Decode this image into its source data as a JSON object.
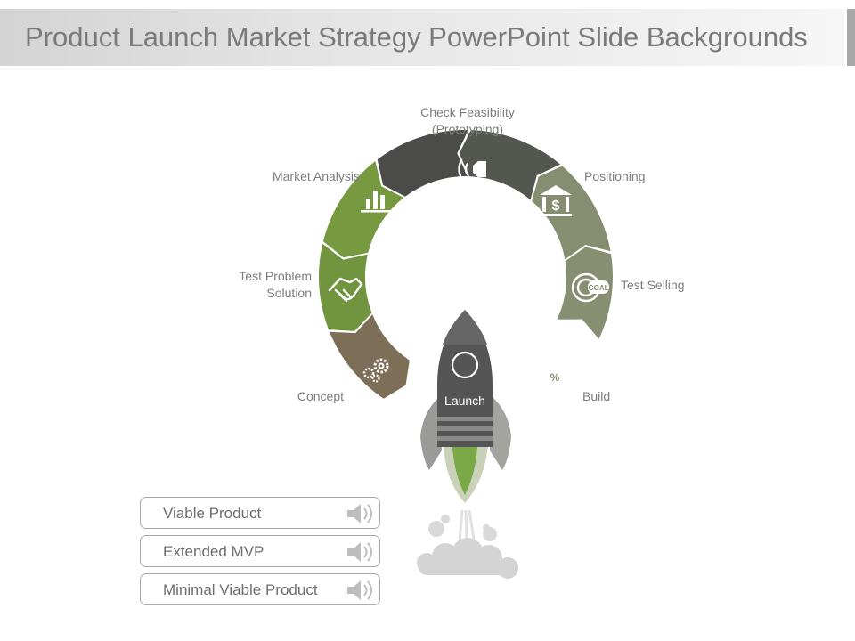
{
  "title": "Product Launch Market Strategy PowerPoint Slide Backgrounds",
  "segments": {
    "check_line1": "Check Feasibility",
    "check_line2": "(Prototyping)",
    "market": "Market Analysis",
    "positioning": "Positioning",
    "testprob_line1": "Test Problem",
    "testprob_line2": "Solution",
    "testsell": "Test Selling",
    "concept": "Concept",
    "build": "Build"
  },
  "icons": {
    "check": "megaphone-icon",
    "market": "bar-chart-icon",
    "positioning": "bank-dollar-icon",
    "testprob": "handshake-icon",
    "testsell": "goal-target-icon",
    "concept": "gears-icon",
    "build": "gear-percent-icon"
  },
  "rocket": {
    "label": "Launch"
  },
  "list": [
    {
      "label": "Viable Product",
      "icon": "speaker-icon"
    },
    {
      "label": "Extended MVP",
      "icon": "speaker-icon"
    },
    {
      "label": "Minimal Viable Product",
      "icon": "speaker-icon"
    }
  ],
  "colors": {
    "concept": "#7d6e58",
    "testprob": "#71953f",
    "market": "#77993f",
    "check": "#4b4b49",
    "positioning": "#545750",
    "testsell": "#858e70",
    "build": "#878f73",
    "rocket_body": "#555555",
    "flame": "#7aa846"
  }
}
